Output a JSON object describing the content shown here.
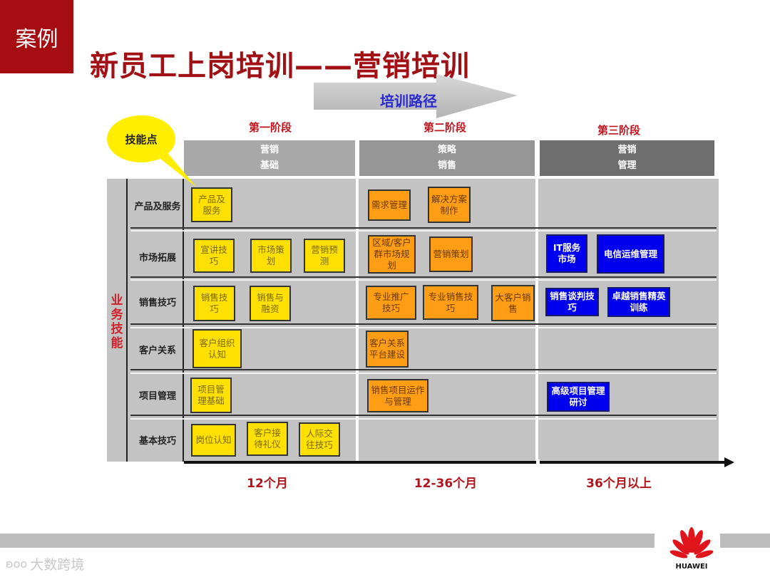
{
  "tag": "案例",
  "title": "新员工上岗培训——营销培训",
  "path_label": "培训路径",
  "bubble_label": "技能点",
  "side_label": [
    "业",
    "务",
    "技",
    "能"
  ],
  "stages": [
    {
      "title": "第一阶段",
      "head_line1": "营销",
      "head_line2": "基础",
      "period": "12个月"
    },
    {
      "title": "第二阶段",
      "head_line1": "策略",
      "head_line2": "销售",
      "period": "12-36个月"
    },
    {
      "title": "第三阶段",
      "head_line1": "营销",
      "head_line2": "管理",
      "period": "36个月以上"
    }
  ],
  "rows": [
    "产品及服务",
    "市场拓展",
    "销售技巧",
    "客户关系",
    "项目管理",
    "基本技巧"
  ],
  "boxes": {
    "r0": {
      "s1": [
        "产品及服务"
      ],
      "s2": [
        "需求管理",
        "解决方案制作"
      ]
    },
    "r1": {
      "s1": [
        "宣讲技巧",
        "市场策划",
        "营销预测"
      ],
      "s2": [
        "区域/客户群市场规划",
        "营销策划"
      ],
      "s3": [
        "IT服务市场",
        "电信运维管理"
      ]
    },
    "r2": {
      "s1": [
        "销售技巧",
        "销售与融资"
      ],
      "s2": [
        "专业推广技巧",
        "专业销售技巧",
        "大客户销售"
      ],
      "s3": [
        "销售谈判技巧",
        "卓越销售精英训练"
      ]
    },
    "r3": {
      "s1": [
        "客户组织认知"
      ],
      "s2": [
        "客户关系平台建设"
      ]
    },
    "r4": {
      "s1": [
        "项目管理基础"
      ],
      "s2": [
        "销售项目运作与管理"
      ],
      "s3": [
        "高级项目管理研讨"
      ]
    },
    "r5": {
      "s1": [
        "岗位认知",
        "客户接待礼仪",
        "人际交往技巧"
      ]
    }
  },
  "colors": {
    "stage1": "#ffe000",
    "stage2": "#ff9d14",
    "stage3": "#0000ee",
    "accent": "#a50d12"
  },
  "watermark": "大数跨境",
  "logo_text": "HUAWEI"
}
